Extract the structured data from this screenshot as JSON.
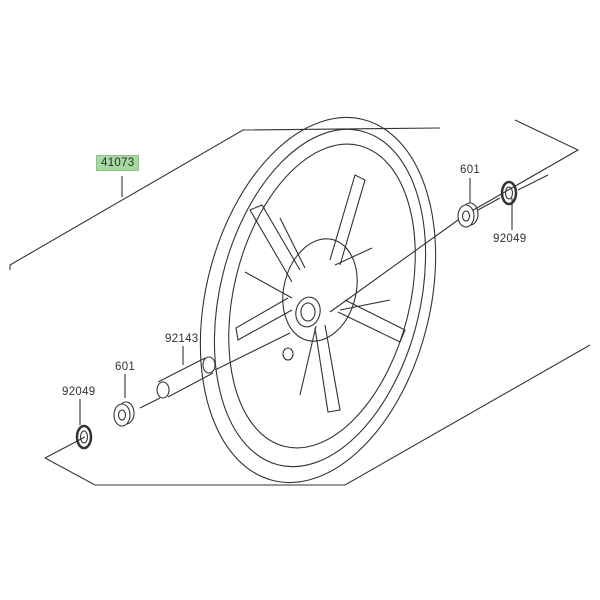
{
  "diagram": {
    "highlight_color": "#a6d9a0",
    "labels": {
      "wheel_assembly": "41073",
      "bearing_right": "601",
      "seal_right": "92049",
      "collar": "92143",
      "bearing_left": "601",
      "seal_left": "92049"
    }
  }
}
